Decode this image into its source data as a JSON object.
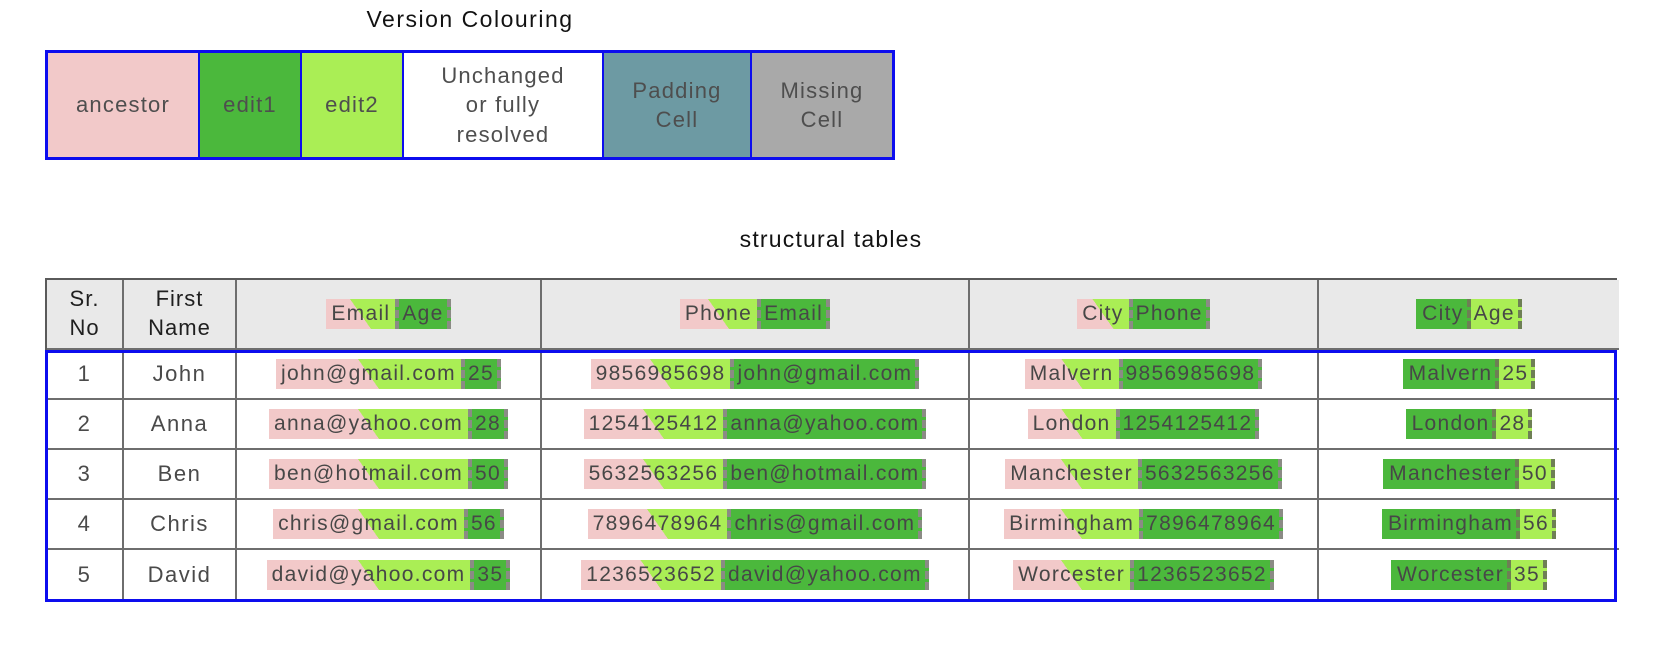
{
  "colors": {
    "ancestor": "#f2c9c9",
    "edit1": "#4bb83c",
    "edit2": "#aaee55",
    "unchanged": "#ffffff",
    "padding": "#6d9aa3",
    "missing": "#a9a9a9",
    "frame_blue": "#0d0dee",
    "border_gray": "#5a5a5a",
    "grid_gray": "#6e6e6e",
    "header_bg": "#e9e9e9",
    "dash_gray": "#8b8b85",
    "dash_olive": "#6e7f55"
  },
  "legend": {
    "title": "Version Colouring",
    "cells": [
      {
        "key": "ancestor",
        "label": "ancestor"
      },
      {
        "key": "edit1",
        "label": "edit1"
      },
      {
        "key": "edit2",
        "label": "edit2"
      },
      {
        "key": "unchanged",
        "label": "Unchanged\nor fully\nresolved"
      },
      {
        "key": "padding",
        "label": "Padding\nCell"
      },
      {
        "key": "missing",
        "label": "Missing\nCell"
      }
    ]
  },
  "table": {
    "title": "structural tables",
    "columns": [
      {
        "kind": "text",
        "label": "Sr.\nNo"
      },
      {
        "kind": "text",
        "label": "First\nName"
      },
      {
        "kind": "merge2",
        "style": "ancestor_edit2_then_edit1",
        "a": "Email",
        "b": "Age"
      },
      {
        "kind": "merge2",
        "style": "ancestor_edit2_then_edit1",
        "a": "Phone",
        "b": "Email"
      },
      {
        "kind": "merge2",
        "style": "ancestor_edit2_then_edit1",
        "a": "City",
        "b": "Phone"
      },
      {
        "kind": "merge2",
        "style": "edit1_then_edit2",
        "a": "City",
        "b": "Age"
      }
    ],
    "rows": [
      {
        "sr": "1",
        "first_name": "John",
        "cells": [
          [
            "john@gmail.com",
            "25"
          ],
          [
            "9856985698",
            "john@gmail.com"
          ],
          [
            "Malvern",
            "9856985698"
          ],
          [
            "Malvern",
            "25"
          ]
        ]
      },
      {
        "sr": "2",
        "first_name": "Anna",
        "cells": [
          [
            "anna@yahoo.com",
            "28"
          ],
          [
            "1254125412",
            "anna@yahoo.com"
          ],
          [
            "London",
            "1254125412"
          ],
          [
            "London",
            "28"
          ]
        ]
      },
      {
        "sr": "3",
        "first_name": "Ben",
        "cells": [
          [
            "ben@hotmail.com",
            "50"
          ],
          [
            "5632563256",
            "ben@hotmail.com"
          ],
          [
            "Manchester",
            "5632563256"
          ],
          [
            "Manchester",
            "50"
          ]
        ]
      },
      {
        "sr": "4",
        "first_name": "Chris",
        "cells": [
          [
            "chris@gmail.com",
            "56"
          ],
          [
            "7896478964",
            "chris@gmail.com"
          ],
          [
            "Birmingham",
            "7896478964"
          ],
          [
            "Birmingham",
            "56"
          ]
        ]
      },
      {
        "sr": "5",
        "first_name": "David",
        "cells": [
          [
            "david@yahoo.com",
            "35"
          ],
          [
            "1236523652",
            "david@yahoo.com"
          ],
          [
            "Worcester",
            "1236523652"
          ],
          [
            "Worcester",
            "35"
          ]
        ]
      }
    ]
  }
}
